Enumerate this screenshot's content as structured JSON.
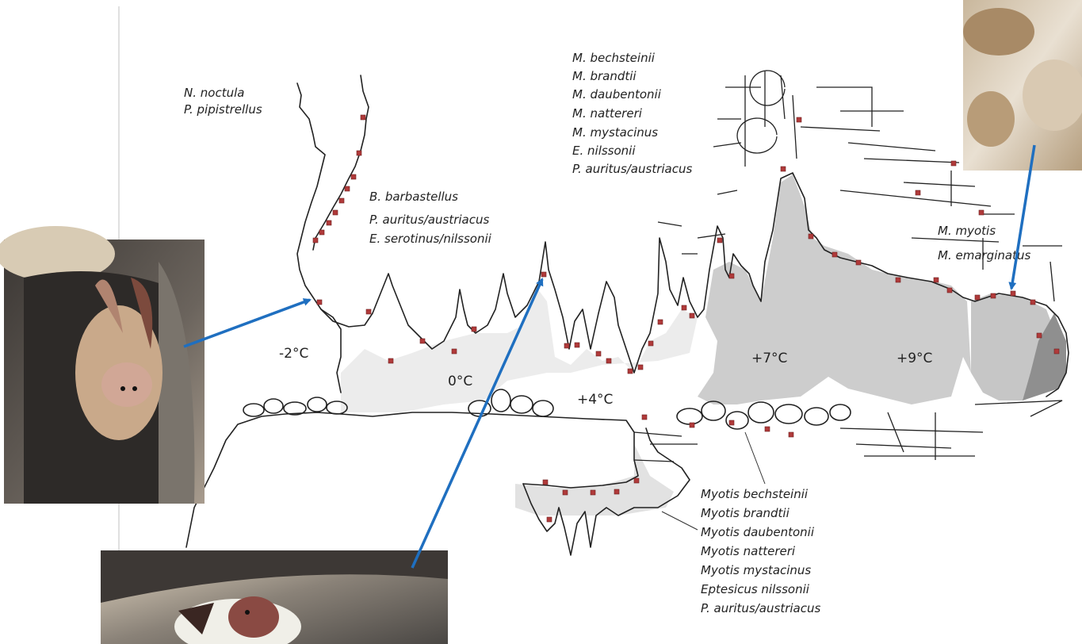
{
  "groups": {
    "top_left": [
      "N. noctula",
      "P. pipistrellus"
    ],
    "mid_left": [
      "B. barbastellus",
      "P. auritus/austriacus",
      "E. serotinus/nilssonii"
    ],
    "top_center": [
      "M. bechsteinii",
      "M. brandtii",
      "M. daubentonii",
      "M. nattereri",
      "M. mystacinus",
      "E. nilssonii",
      "P. auritus/austriacus"
    ],
    "right": [
      "M. myotis",
      "M. emarginatus"
    ],
    "bottom": [
      "Myotis bechsteinii",
      "Myotis brandtii",
      "Myotis daubentonii",
      "Myotis nattereri",
      "Myotis mystacinus",
      "Eptesicus nilssonii",
      "P. auritus/austriacus"
    ]
  },
  "temperatures": [
    "-2°C",
    "0°C",
    "+4°C",
    "+7°C",
    "+9°C"
  ],
  "colors": {
    "arrow": "#1f6fc0",
    "bat_marker": "#b03a3a",
    "cold_air": "#e7e7e7",
    "warm_air": "#c8c8c8",
    "warmest_air": "#8e8e8e"
  }
}
